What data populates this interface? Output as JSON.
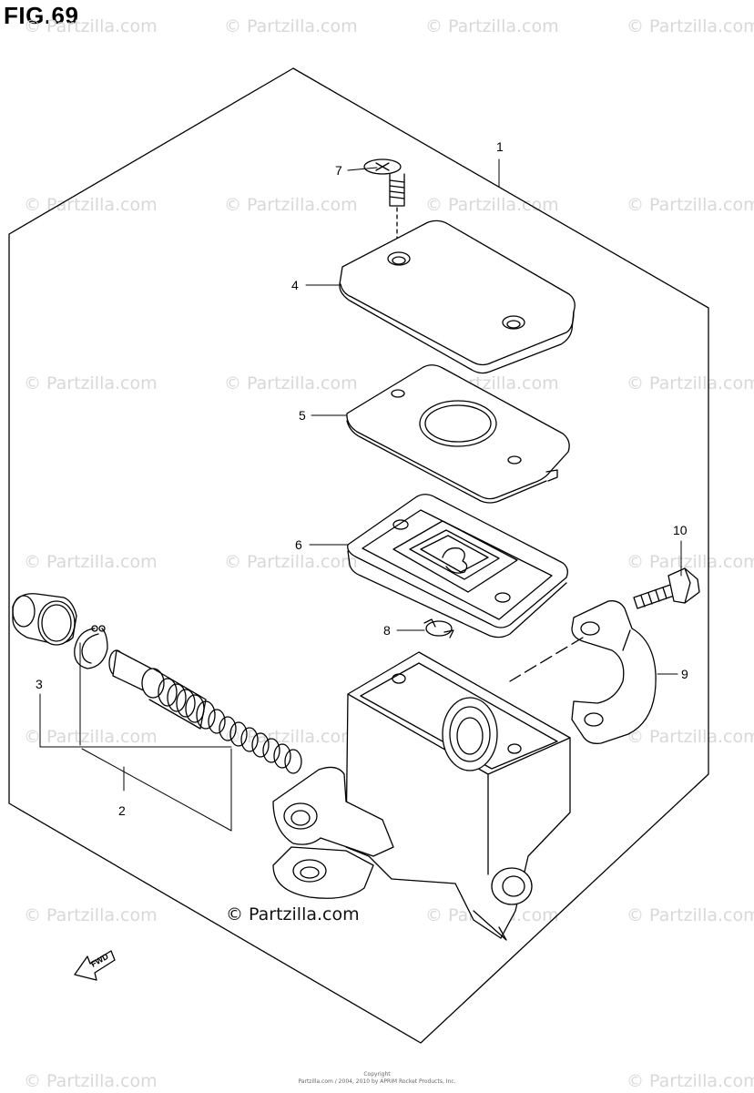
{
  "figure": {
    "title": "FIG.69",
    "credit": "© Partzilla.com",
    "copyright_line1": "Copyright",
    "copyright_line2": "Partzilla.com / 2004, 2010 by APRIM Rocket Products, Inc."
  },
  "watermark": {
    "text": "© Partzilla.com"
  },
  "fwd_label": "FWD",
  "callouts": {
    "c1": "1",
    "c2": "2",
    "c3": "3",
    "c4": "4",
    "c5": "5",
    "c6": "6",
    "c7": "7",
    "c8": "8",
    "c9": "9",
    "c10": "10"
  }
}
